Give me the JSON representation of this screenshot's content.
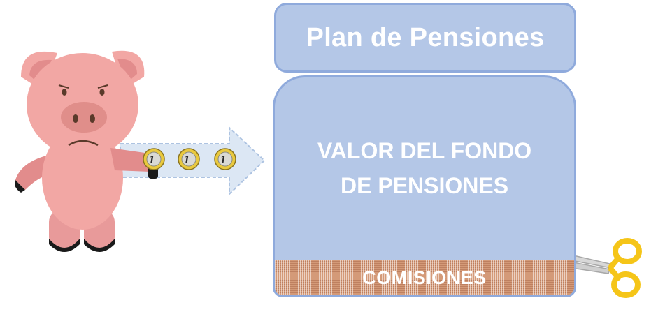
{
  "title": "Plan de Pensiones",
  "fund": {
    "line1": "VALOR DEL FONDO",
    "line2": "DE PENSIONES"
  },
  "fees": "COMISIONES",
  "coin_label": "1",
  "colors": {
    "panel_fill": "#b4c7e7",
    "panel_border": "#8faadc",
    "fees_fill": "#d49a78",
    "pig_body": "#f2a7a4",
    "pig_dark": "#e28c8c",
    "coin_gold": "#e9c93e",
    "scissors_handle": "#f5c518"
  }
}
